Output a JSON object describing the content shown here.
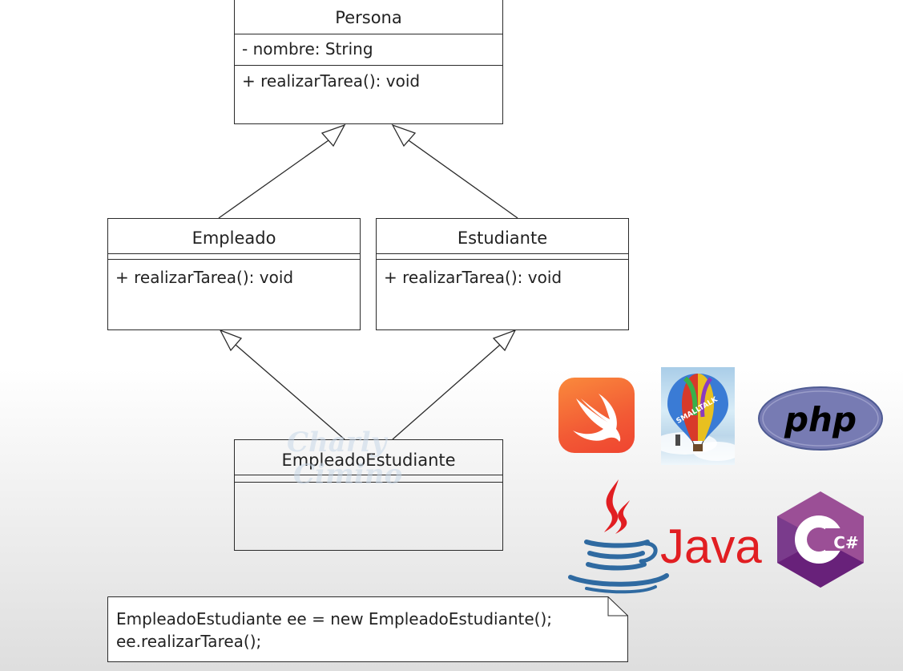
{
  "diagram": {
    "classes": {
      "persona": {
        "name": "Persona",
        "attributes": [
          "- nombre: String"
        ],
        "methods": [
          "+ realizarTarea(): void"
        ]
      },
      "empleado": {
        "name": "Empleado",
        "methods": [
          "+ realizarTarea(): void"
        ]
      },
      "estudiante": {
        "name": "Estudiante",
        "methods": [
          "+ realizarTarea(): void"
        ]
      },
      "empleado_estudiante": {
        "name": "EmpleadoEstudiante"
      }
    },
    "relations": [
      {
        "from": "Empleado",
        "to": "Persona",
        "type": "generalization"
      },
      {
        "from": "Estudiante",
        "to": "Persona",
        "type": "generalization"
      },
      {
        "from": "EmpleadoEstudiante",
        "to": "Empleado",
        "type": "generalization"
      },
      {
        "from": "EmpleadoEstudiante",
        "to": "Estudiante",
        "type": "generalization"
      }
    ],
    "note": {
      "line1": "EmpleadoEstudiante ee = new EmpleadoEstudiante();",
      "line2": "ee.realizarTarea();"
    }
  },
  "watermark": {
    "line1": "Charly",
    "line2": "Cimino"
  },
  "logos": {
    "swift": {
      "icon": "swift-bird-icon",
      "color": "#f25a35"
    },
    "smalltalk": {
      "icon": "smalltalk-balloon-icon",
      "text": "SMALLTALK"
    },
    "php": {
      "icon": "php-logo",
      "text": "php",
      "color": "#777bb3"
    },
    "java": {
      "icon": "java-cup-icon",
      "text": "Java",
      "color": "#e11e22",
      "cup_color": "#2f6aa1"
    },
    "csharp": {
      "icon": "csharp-logo",
      "text": "C#",
      "color": "#68217a"
    }
  }
}
